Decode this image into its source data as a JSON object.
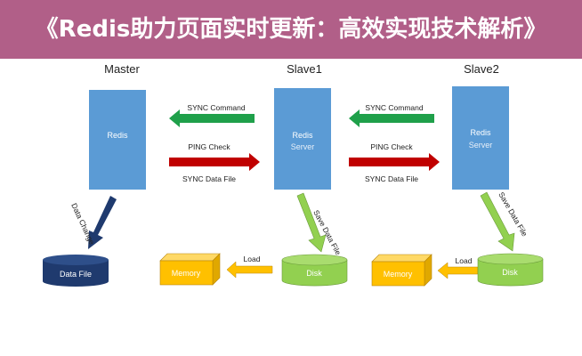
{
  "nodes": {
    "master": "Master",
    "slave1": "Slave1",
    "slave2": "Slave2",
    "server_line1": "Redis",
    "server_line2": "Server"
  },
  "edges": {
    "sync_command": "SYNC Command",
    "ping_check": "PING Check",
    "sync_data_file": "SYNC Data File",
    "data_change": "Data Change",
    "save_data_file": "Save Data File",
    "load": "Load"
  },
  "storage": {
    "data_file": "Data File",
    "memory": "Memory",
    "disk": "Disk"
  },
  "banner": {
    "title": "《Redis助力页面实时更新：高效实现技术解析》"
  },
  "colors": {
    "server": "#5b9bd5",
    "sync_arrow": "#1fa04a",
    "ping_arrow": "#c00000",
    "memory": "#ffc000",
    "disk": "#92d050",
    "data_file": "#1f3a6e"
  }
}
